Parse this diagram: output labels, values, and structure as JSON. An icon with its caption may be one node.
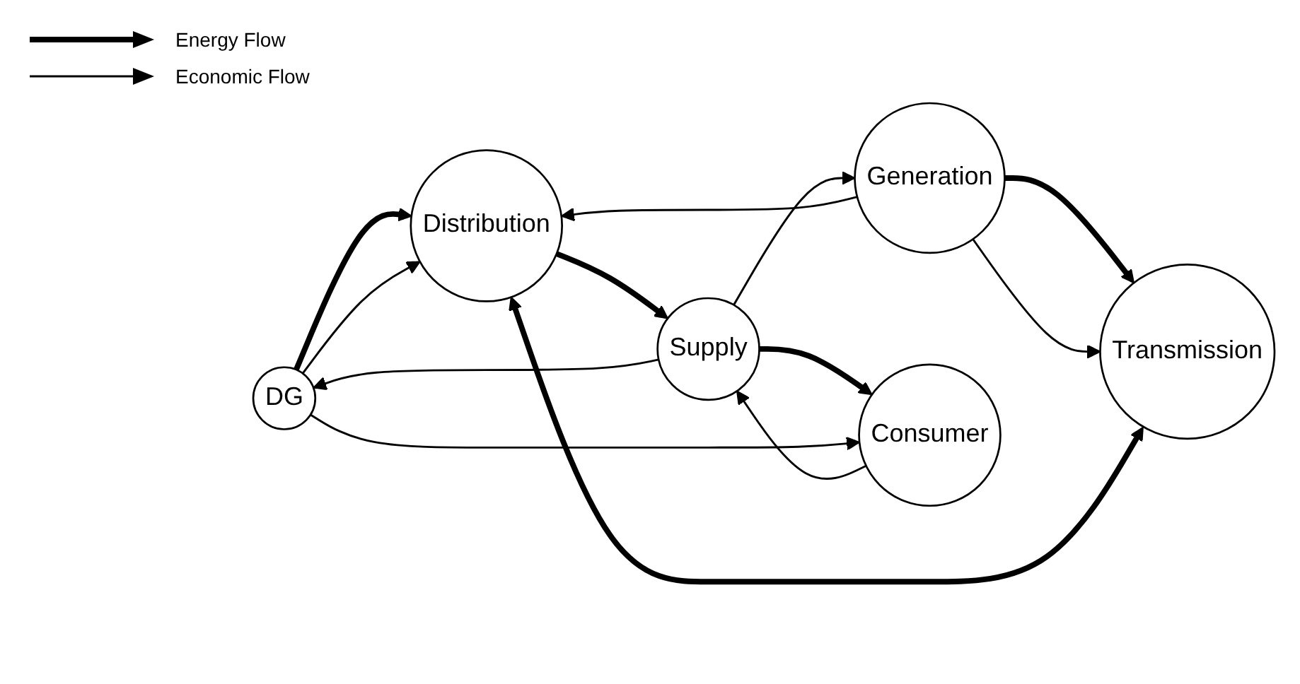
{
  "diagram": {
    "nodes": [
      {
        "text": [
          "DG"
        ]
      },
      {
        "text": [
          "Generation"
        ]
      },
      {
        "text": [
          "Transmission"
        ]
      },
      {
        "text": [
          "Distribution"
        ]
      },
      {
        "text": [
          "Supply"
        ]
      },
      {
        "text": [
          "Consumer"
        ]
      }
    ],
    "edges": [
      {
        "from": 1,
        "to": 2,
        "arrow": "to",
        "style": "thick"
      },
      {
        "from": 1,
        "to": 2,
        "arrow": "to"
      },
      {
        "from": 2,
        "to": 3,
        "arrow": "both",
        "style": "thick"
      },
      {
        "from": 3,
        "to": 4,
        "arrow": "to",
        "style": "thick"
      },
      {
        "from": 4,
        "to": 5,
        "arrow": "to",
        "style": "thick"
      },
      {
        "from": 5,
        "to": 4,
        "arrow": "to"
      },
      {
        "from": 0,
        "to": 3,
        "arrow": "to",
        "style": "thick"
      },
      {
        "from": 0,
        "to": 3,
        "arrow": "to"
      },
      {
        "from": 4,
        "to": 0,
        "arrow": "to"
      },
      {
        "from": 0,
        "to": 5,
        "arrow": "to"
      },
      {
        "from": 1,
        "to": 3,
        "arrow": "to"
      },
      {
        "from": 4,
        "to": 1,
        "arrow": "to"
      }
    ],
    "legend": [
      {
        "text": "Energy Flow"
      },
      {
        "text": "Economic Flow"
      }
    ]
  }
}
